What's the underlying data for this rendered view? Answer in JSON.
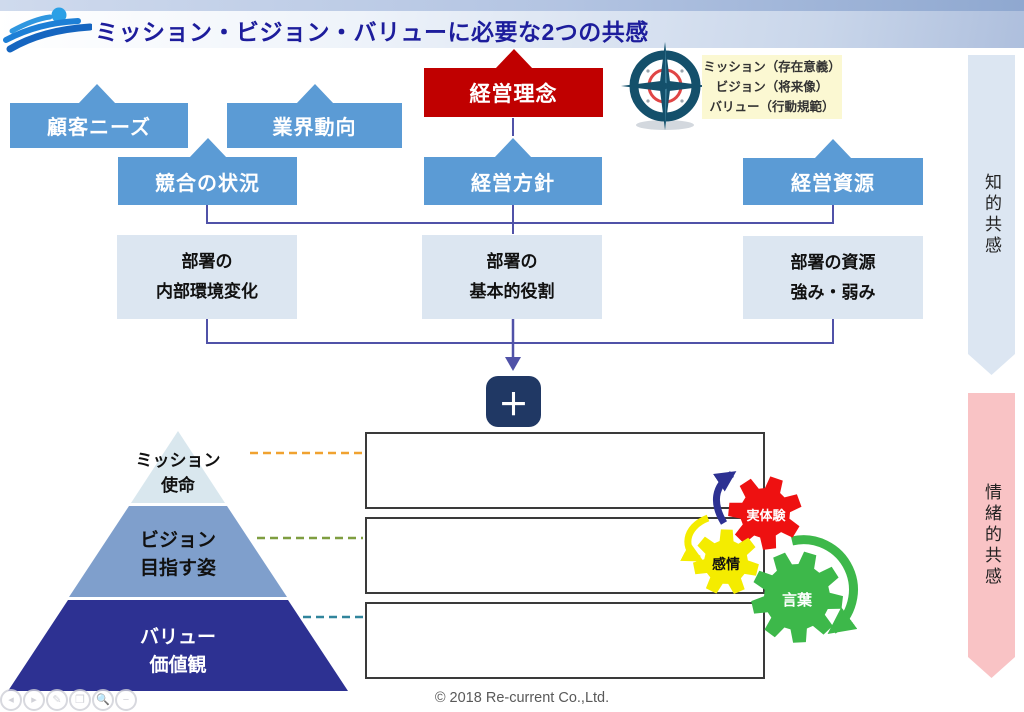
{
  "header": {
    "title": "ミッション・ビジョン・バリューに必要な2つの共感"
  },
  "compass_note": {
    "line1": "ミッション（存在意義）",
    "line2": "ビジョン（将来像）",
    "line3": "バリュー（行動規範）"
  },
  "flow": {
    "keiei_rinen": "経営理念",
    "kokyaku_needs": "顧客ニーズ",
    "gyokai_doko": "業界動向",
    "kyogo_jokyo": "競合の状況",
    "keiei_hoshin": "経営方針",
    "keiei_shigen": "経営資源",
    "busho_naibu": {
      "line1": "部署の",
      "line2": "内部環境変化"
    },
    "busho_yakuwari": {
      "line1": "部署の",
      "line2": "基本的役割"
    },
    "busho_shigen": {
      "line1": "部署の資源",
      "line2": "強み・弱み"
    },
    "plus": "＋"
  },
  "pyramid": {
    "mission": {
      "line1": "ミッション",
      "line2": "使命"
    },
    "vision": {
      "line1": "ビジョン",
      "line2": "目指す姿"
    },
    "value": {
      "line1": "バリュー",
      "line2": "価値観"
    }
  },
  "gears": {
    "experience": "実体験",
    "emotion": "感情",
    "words": "言葉"
  },
  "ribbons": {
    "intellectual": "知的共感",
    "emotional": "情緒的共感"
  },
  "footer": {
    "copyright": "© 2018 Re-current Co.,Ltd."
  },
  "viewer_controls": {
    "buttons": [
      {
        "name": "prev",
        "glyph": "◂"
      },
      {
        "name": "next",
        "glyph": "▸"
      },
      {
        "name": "edit",
        "glyph": "✎"
      },
      {
        "name": "copy",
        "glyph": "❐"
      },
      {
        "name": "zoom",
        "glyph": "🔍"
      },
      {
        "name": "more",
        "glyph": "−"
      }
    ]
  },
  "colors": {
    "accent_blue": "#5b9bd5",
    "accent_red": "#c00000",
    "navy_plus": "#203864",
    "panel_light": "#dce6f1",
    "ribbon_blue": "#dce6f2",
    "ribbon_pink": "#f9c3c5",
    "pyramid_top": "#d9e7ee",
    "pyramid_mid": "#7f9fcc",
    "pyramid_bottom": "#2d3192",
    "gear_red": "#ee1111",
    "gear_yellow": "#f4ec00",
    "gear_green": "#3db84a",
    "connector": "#5052a8",
    "dash_orange": "#f0a230",
    "dash_olive": "#7f9e40",
    "dash_teal": "#31859c"
  }
}
